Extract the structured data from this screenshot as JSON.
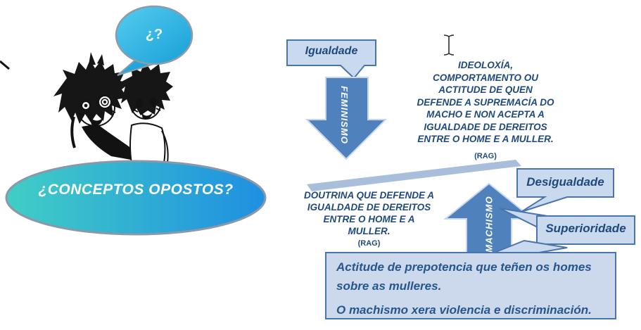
{
  "slide": {
    "question_bubble": {
      "text": "¿?"
    },
    "main_question": {
      "text": "¿CONCEPTOS OPOSTOS?"
    },
    "feminismo": {
      "tag": "Igualdade",
      "arrow_label": "FEMINISMO",
      "definition_lines": [
        "DOUTRINA QUE DEFENDE A",
        "IGUALDADE DE DEREITOS",
        "ENTRE O HOME E A",
        "MULLER."
      ],
      "source": "(RAG)"
    },
    "machismo": {
      "arrow_label": "MACHISMO",
      "definition_lines": [
        "IDEOLOXÍA,",
        "COMPORTAMENTO OU",
        "ACTITUDE DE QUEN",
        "DEFENDE A SUPREMACÍA DO",
        "MACHO E NON ACEPTA A",
        "IGUALDADE DE DEREITOS",
        "ENTRE O HOME E A MULLER."
      ],
      "source": "(RAG)",
      "callout_1": "Desigualdade",
      "callout_2": "Superioridade",
      "description_p1": "Actitude de prepotencia que teñen os homes sobre as mulleres.",
      "description_p2": "O machismo xera violencia e discriminación."
    },
    "colors": {
      "shape_blue": "#4f81bd",
      "shape_outline_light": "#c7d6ec",
      "callout_fill": "#c9d9ee",
      "callout_border": "#4a74ac",
      "text_dark_blue": "#1f497d",
      "balance_bar": "#a9bedb",
      "bubble_gradient_start": "#55cdee",
      "bubble_gradient_end": "#189fd8",
      "oval_gradient_start": "#41cec5",
      "oval_gradient_end": "#1f8fe2"
    }
  }
}
